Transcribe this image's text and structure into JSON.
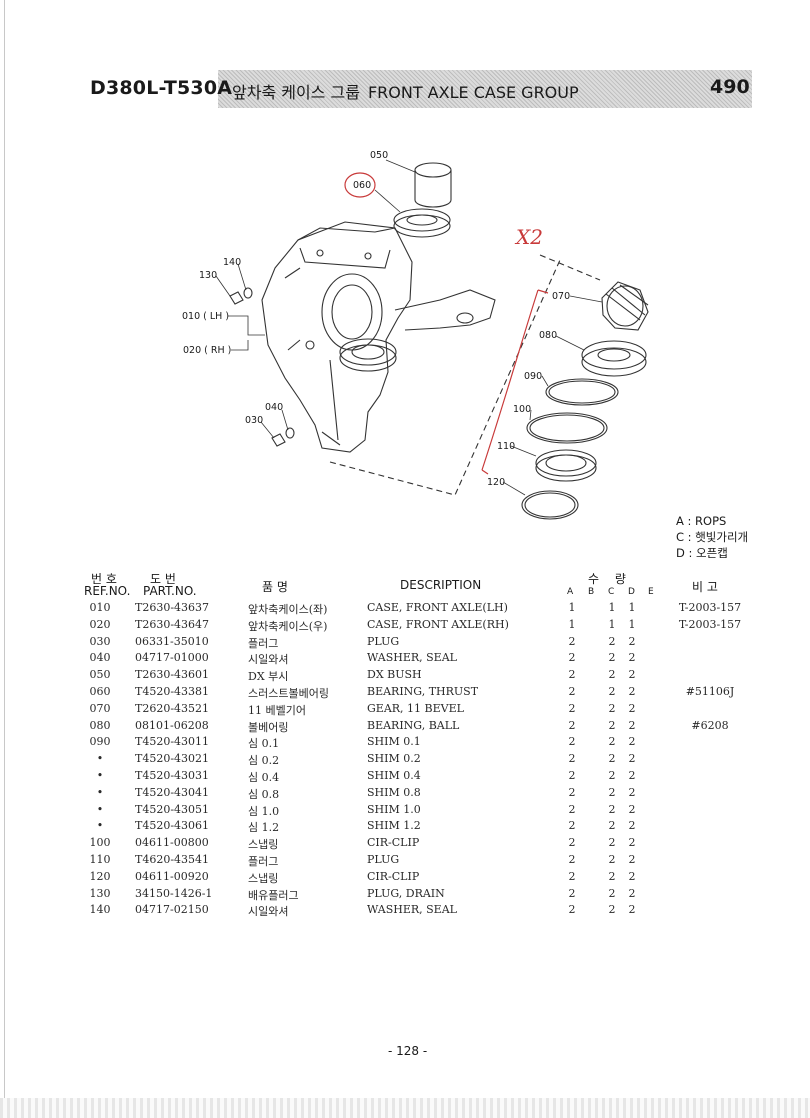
{
  "header": {
    "model": "D380L-T530A",
    "title_ko": "앞차축 케이스 그룹",
    "title_en": "FRONT AXLE CASE GROUP",
    "page_code": "490"
  },
  "diagram": {
    "callouts": {
      "c050": "050",
      "c060": "060",
      "c070": "070",
      "c080": "080",
      "c090": "090",
      "c100": "100",
      "c110": "110",
      "c120": "120",
      "c130": "130",
      "c140": "140",
      "c010": "010 ( LH )",
      "c020": "020 ( RH )",
      "c040": "040",
      "c030": "030"
    },
    "handwritten": "X2",
    "notes": [
      "A : ROPS",
      "C : 햇빛가리개",
      "D : 오픈캡"
    ]
  },
  "table": {
    "headers": {
      "ref_ko": "번 호",
      "ref_en": "REF.NO.",
      "part_ko": "도 번",
      "part_en": "PART.NO.",
      "name_ko": "품 명",
      "description": "DESCRIPTION",
      "qty_ko": "수 량",
      "qty_cols": [
        "A",
        "B",
        "C",
        "D",
        "E"
      ],
      "remarks_ko": "비 고"
    },
    "rows": [
      {
        "ref": "010",
        "part": "T2630-43637",
        "ko": "앞차축케이스(좌)",
        "desc": "CASE, FRONT AXLE(LH)",
        "a": "1",
        "c": "1",
        "d": "1",
        "remark": "T-2003-157"
      },
      {
        "ref": "020",
        "part": "T2630-43647",
        "ko": "앞차축케이스(우)",
        "desc": "CASE, FRONT AXLE(RH)",
        "a": "1",
        "c": "1",
        "d": "1",
        "remark": "T-2003-157"
      },
      {
        "ref": "030",
        "part": "06331-35010",
        "ko": "플러그",
        "desc": "PLUG",
        "a": "2",
        "c": "2",
        "d": "2",
        "remark": ""
      },
      {
        "ref": "040",
        "part": "04717-01000",
        "ko": "시일와셔",
        "desc": "WASHER, SEAL",
        "a": "2",
        "c": "2",
        "d": "2",
        "remark": ""
      },
      {
        "ref": "050",
        "part": "T2630-43601",
        "ko": "DX 부시",
        "desc": "DX BUSH",
        "a": "2",
        "c": "2",
        "d": "2",
        "remark": ""
      },
      {
        "ref": "060",
        "part": "T4520-43381",
        "ko": "스러스트볼베어링",
        "desc": "BEARING, THRUST",
        "a": "2",
        "c": "2",
        "d": "2",
        "remark": "#51106J"
      },
      {
        "ref": "070",
        "part": "T2620-43521",
        "ko": "11 베벨기어",
        "desc": "GEAR, 11 BEVEL",
        "a": "2",
        "c": "2",
        "d": "2",
        "remark": ""
      },
      {
        "ref": "080",
        "part": "08101-06208",
        "ko": "볼베어링",
        "desc": "BEARING, BALL",
        "a": "2",
        "c": "2",
        "d": "2",
        "remark": "#6208"
      },
      {
        "ref": "090",
        "part": "T4520-43011",
        "ko": "심 0.1",
        "desc": "SHIM 0.1",
        "a": "2",
        "c": "2",
        "d": "2",
        "remark": ""
      },
      {
        "ref": "•",
        "part": "T4520-43021",
        "ko": "심 0.2",
        "desc": "SHIM 0.2",
        "a": "2",
        "c": "2",
        "d": "2",
        "remark": ""
      },
      {
        "ref": "•",
        "part": "T4520-43031",
        "ko": "심 0.4",
        "desc": "SHIM 0.4",
        "a": "2",
        "c": "2",
        "d": "2",
        "remark": ""
      },
      {
        "ref": "•",
        "part": "T4520-43041",
        "ko": "심 0.8",
        "desc": "SHIM 0.8",
        "a": "2",
        "c": "2",
        "d": "2",
        "remark": ""
      },
      {
        "ref": "•",
        "part": "T4520-43051",
        "ko": "심 1.0",
        "desc": "SHIM 1.0",
        "a": "2",
        "c": "2",
        "d": "2",
        "remark": ""
      },
      {
        "ref": "•",
        "part": "T4520-43061",
        "ko": "심 1.2",
        "desc": "SHIM 1.2",
        "a": "2",
        "c": "2",
        "d": "2",
        "remark": ""
      },
      {
        "ref": "100",
        "part": "04611-00800",
        "ko": "스냅링",
        "desc": "CIR-CLIP",
        "a": "2",
        "c": "2",
        "d": "2",
        "remark": ""
      },
      {
        "ref": "110",
        "part": "T4620-43541",
        "ko": "플러그",
        "desc": "PLUG",
        "a": "2",
        "c": "2",
        "d": "2",
        "remark": ""
      },
      {
        "ref": "120",
        "part": "04611-00920",
        "ko": "스냅링",
        "desc": "CIR-CLIP",
        "a": "2",
        "c": "2",
        "d": "2",
        "remark": ""
      },
      {
        "ref": "130",
        "part": "34150-1426-1",
        "ko": "배유플러그",
        "desc": "PLUG, DRAIN",
        "a": "2",
        "c": "2",
        "d": "2",
        "remark": ""
      },
      {
        "ref": "140",
        "part": "04717-02150",
        "ko": "시일와셔",
        "desc": "WASHER, SEAL",
        "a": "2",
        "c": "2",
        "d": "2",
        "remark": ""
      }
    ]
  },
  "footer": {
    "page_number": "- 128 -"
  }
}
